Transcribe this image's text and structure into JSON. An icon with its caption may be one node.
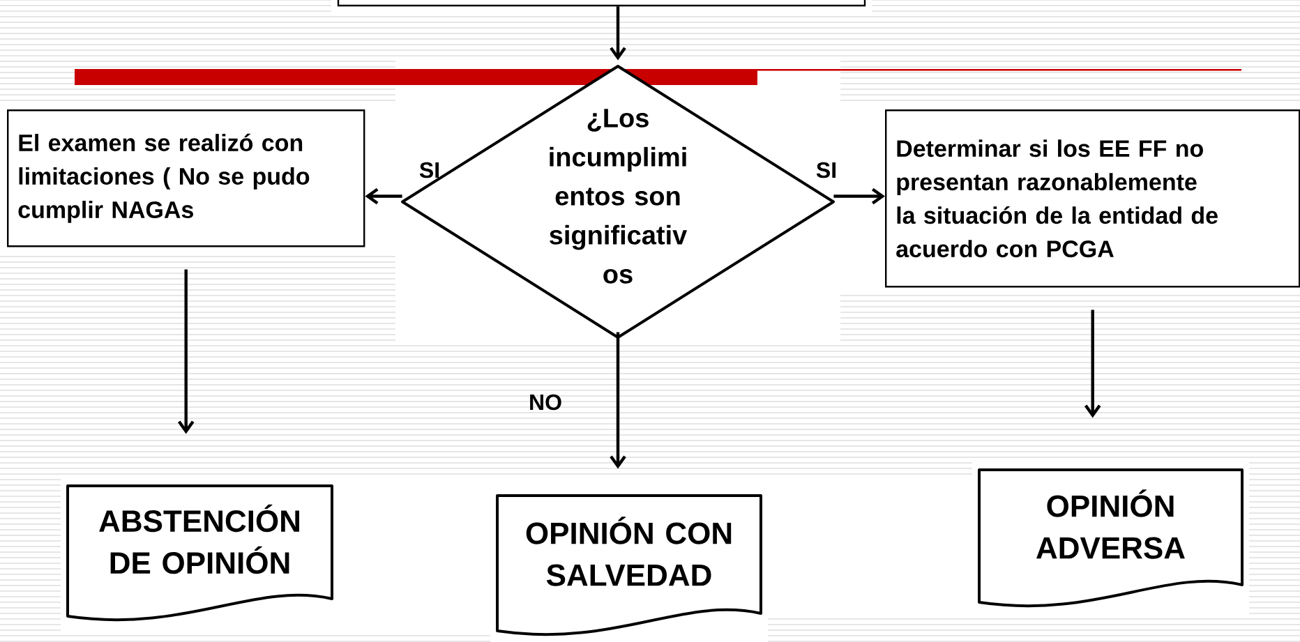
{
  "diagram": {
    "nodes": [
      {
        "text": [],
        "shape": "box"
      },
      {
        "text": [
          "El examen se realizó con limitaciones ( No se pudo cumplir NAGAs"
        ]
      },
      {
        "text": [
          "¿Los incumplimi entos son significativ os"
        ]
      },
      {
        "text": [
          "Determinar si los EE FF no presentan razonablemente la situación de la entidad de acuerdo con PCGA"
        ]
      },
      {
        "text": [
          "ABSTENCIÓN DE OPINIÓN"
        ]
      },
      {
        "text": [
          "OPINIÓN CON SALVEDAD"
        ]
      },
      {
        "text": [
          "OPINIÓN ADVERSA"
        ]
      }
    ],
    "edges": [
      {
        "from": 0,
        "to": 2,
        "arrow": "to"
      },
      {
        "from": 2,
        "to": 1,
        "arrow": "to",
        "label": "SI"
      },
      {
        "from": 2,
        "to": 3,
        "arrow": "to",
        "label": "SI"
      },
      {
        "from": 2,
        "to": 5,
        "arrow": "to",
        "label": "NO"
      },
      {
        "from": 1,
        "to": 4,
        "arrow": "to"
      },
      {
        "from": 3,
        "to": 6,
        "arrow": "to"
      }
    ]
  }
}
